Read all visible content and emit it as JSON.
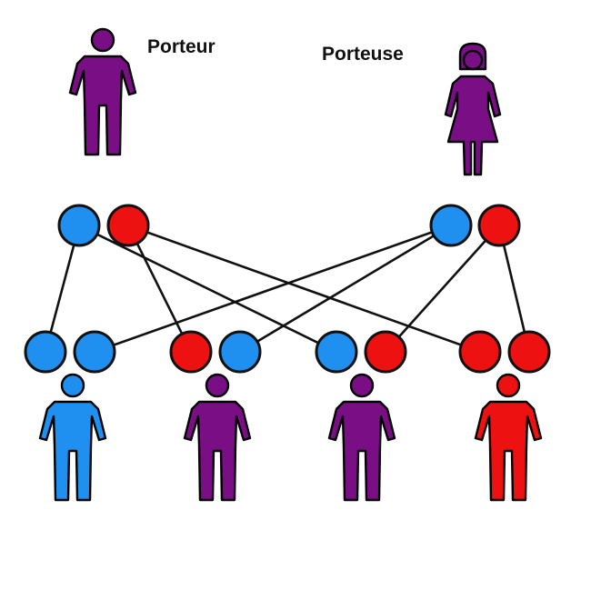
{
  "colors": {
    "blue_allele": "#1f8ff0",
    "red_allele": "#ee1111",
    "carrier_figure": "#7a0f85",
    "healthy_figure": "#1f8ff0",
    "affected_figure": "#ee1111",
    "outline": "#000000"
  },
  "parents": [
    {
      "label": "Porteur",
      "sex": "male",
      "color": "carrier_figure",
      "alleles": [
        "blue",
        "red"
      ]
    },
    {
      "label": "Porteuse",
      "sex": "female",
      "color": "carrier_figure",
      "alleles": [
        "blue",
        "red"
      ]
    }
  ],
  "children": [
    {
      "color": "healthy_figure",
      "alleles": [
        "blue",
        "blue"
      ]
    },
    {
      "color": "carrier_figure",
      "alleles": [
        "red",
        "blue"
      ]
    },
    {
      "color": "carrier_figure",
      "alleles": [
        "blue",
        "red"
      ]
    },
    {
      "color": "affected_figure",
      "alleles": [
        "red",
        "red"
      ]
    }
  ]
}
